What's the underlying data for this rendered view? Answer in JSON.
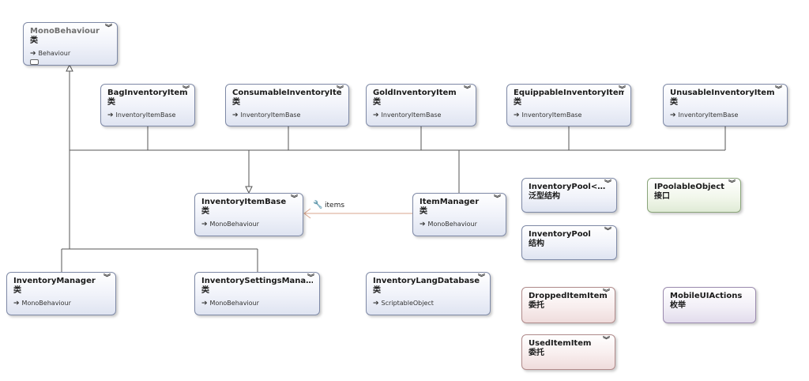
{
  "boxes": {
    "mono_behaviour": {
      "name": "MonoBehaviour",
      "kind": "类",
      "base": "Behaviour"
    },
    "bag_inventory_item": {
      "name": "BagInventoryItem",
      "kind": "类",
      "base": "InventoryItemBase"
    },
    "consumable_inventory_item": {
      "name": "ConsumableInventoryIte…",
      "kind": "类",
      "base": "InventoryItemBase"
    },
    "gold_inventory_item": {
      "name": "GoldInventoryItem",
      "kind": "类",
      "base": "InventoryItemBase"
    },
    "equippable_inventory_item": {
      "name": "EquippableInventoryItem",
      "kind": "类",
      "base": "InventoryItemBase"
    },
    "unusable_inventory_item": {
      "name": "UnusableInventoryItem",
      "kind": "类",
      "base": "InventoryItemBase"
    },
    "inventory_item_base": {
      "name": "InventoryItemBase",
      "kind": "类",
      "base": "MonoBehaviour"
    },
    "item_manager": {
      "name": "ItemManager",
      "kind": "类",
      "base": "MonoBehaviour"
    },
    "inventory_pool_generic": {
      "name": "InventoryPool<…",
      "kind": "泛型结构"
    },
    "ipoolable_object": {
      "name": "IPoolableObject",
      "kind": "接口"
    },
    "inventory_pool": {
      "name": "InventoryPool",
      "kind": "结构"
    },
    "inventory_manager": {
      "name": "InventoryManager",
      "kind": "类",
      "base": "MonoBehaviour"
    },
    "inventory_settings_manager": {
      "name": "InventorySettingsMana…",
      "kind": "类",
      "base": "MonoBehaviour"
    },
    "inventory_lang_database": {
      "name": "InventoryLangDatabase",
      "kind": "类",
      "base": "ScriptableObject"
    },
    "dropped_item_item": {
      "name": "DroppedItemItem",
      "kind": "委托"
    },
    "mobile_ui_actions": {
      "name": "MobileUIActions",
      "kind": "枚举"
    },
    "used_item_item": {
      "name": "UsedItemItem",
      "kind": "委托"
    }
  },
  "association": {
    "label": "items"
  },
  "icons": {
    "expand": "chevron-double-down-icon",
    "inheritance": "arrow-right-icon",
    "association": "wrench-icon",
    "shortcut": "shortcut-icon"
  },
  "colors": {
    "class_border": "#7e89a6",
    "interface_border": "#8aa57a",
    "delegate_border": "#b08a8a",
    "enum_border": "#9a8aae",
    "association_line": "#d9a48c",
    "inheritance_line": "#555555"
  }
}
